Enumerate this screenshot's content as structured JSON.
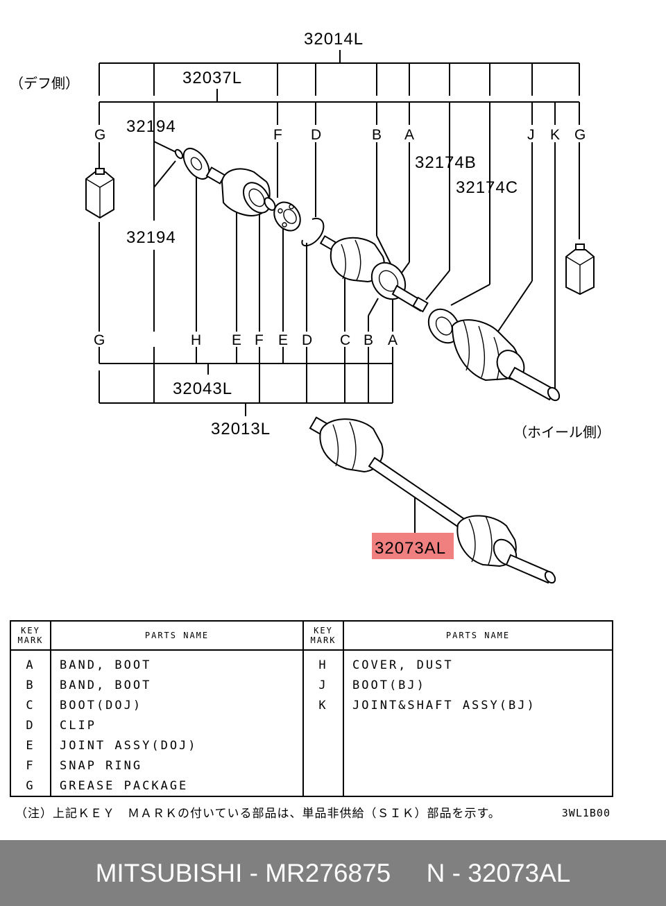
{
  "diagram": {
    "side_labels": {
      "diff": "（デフ側）",
      "wheel": "（ホイール側）"
    },
    "ref_numbers": {
      "r32014L": "32014L",
      "r32037L": "32037L",
      "r32194a": "32194",
      "r32194b": "32194",
      "r32174B": "32174B",
      "r32174C": "32174C",
      "r32043L": "32043L",
      "r32013L": "32013L",
      "r32073AL": "32073AL"
    },
    "highlight_color": "#f08080",
    "top_keys": [
      "G",
      "F",
      "D",
      "B",
      "A",
      "J",
      "K",
      "G"
    ],
    "bottom_keys": [
      "G",
      "H",
      "E",
      "F",
      "E",
      "D",
      "C",
      "B",
      "A"
    ]
  },
  "table": {
    "headers": {
      "key_mark_line1": "KEY",
      "key_mark_line2": "MARK",
      "parts_name": "PARTS NAME"
    },
    "left_rows": [
      {
        "key": "A",
        "name": "BAND, BOOT"
      },
      {
        "key": "B",
        "name": "BAND, BOOT"
      },
      {
        "key": "C",
        "name": "BOOT(DOJ)"
      },
      {
        "key": "D",
        "name": "CLIP"
      },
      {
        "key": "E",
        "name": "JOINT ASSY(DOJ)"
      },
      {
        "key": "F",
        "name": "SNAP RING"
      },
      {
        "key": "G",
        "name": "GREASE PACKAGE"
      }
    ],
    "right_rows": [
      {
        "key": "H",
        "name": "COVER, DUST"
      },
      {
        "key": "J",
        "name": "BOOT(BJ)"
      },
      {
        "key": "K",
        "name": "JOINT&SHAFT ASSY(BJ)"
      },
      {
        "key": "",
        "name": ""
      },
      {
        "key": "",
        "name": ""
      },
      {
        "key": "",
        "name": ""
      },
      {
        "key": "",
        "name": ""
      }
    ]
  },
  "footnote": "（注）上記ＫＥＹ　ＭＡＲＫの付いている部品は、単品非供給（ＳＩＫ）部品を示す。",
  "drawing_code": "3WL1B00",
  "banner": {
    "text": "MITSUBISHI - MR276875     N - 32073AL",
    "background": "#808080"
  }
}
